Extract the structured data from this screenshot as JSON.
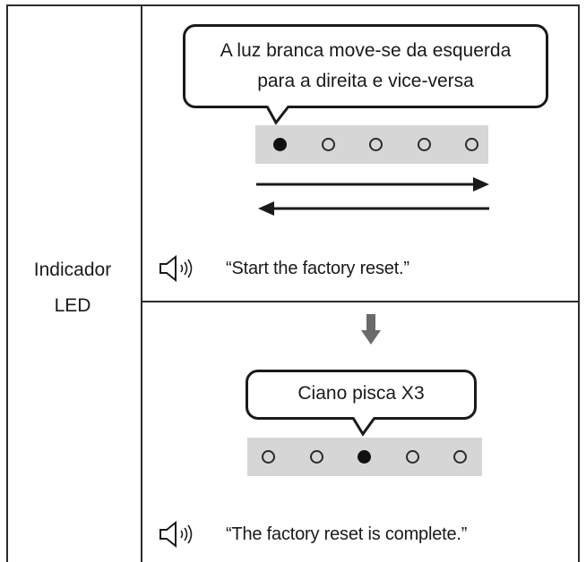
{
  "left_label": {
    "line1": "Indicador",
    "line2": "LED"
  },
  "step1": {
    "bubble_line1": "A luz branca move-se da esquerda",
    "bubble_line2": "para a direita e vice-versa",
    "leds": [
      true,
      false,
      false,
      false,
      false
    ],
    "voice": "“Start the factory reset.”"
  },
  "step2": {
    "bubble": "Ciano pisca X3",
    "leds": [
      false,
      false,
      true,
      false,
      false
    ],
    "voice": "“The factory reset is complete.”"
  },
  "icons": {
    "speaker": "speaker-icon",
    "arrow_right": "arrow-right-icon",
    "arrow_left": "arrow-left-icon",
    "arrow_down": "arrow-down-icon"
  }
}
